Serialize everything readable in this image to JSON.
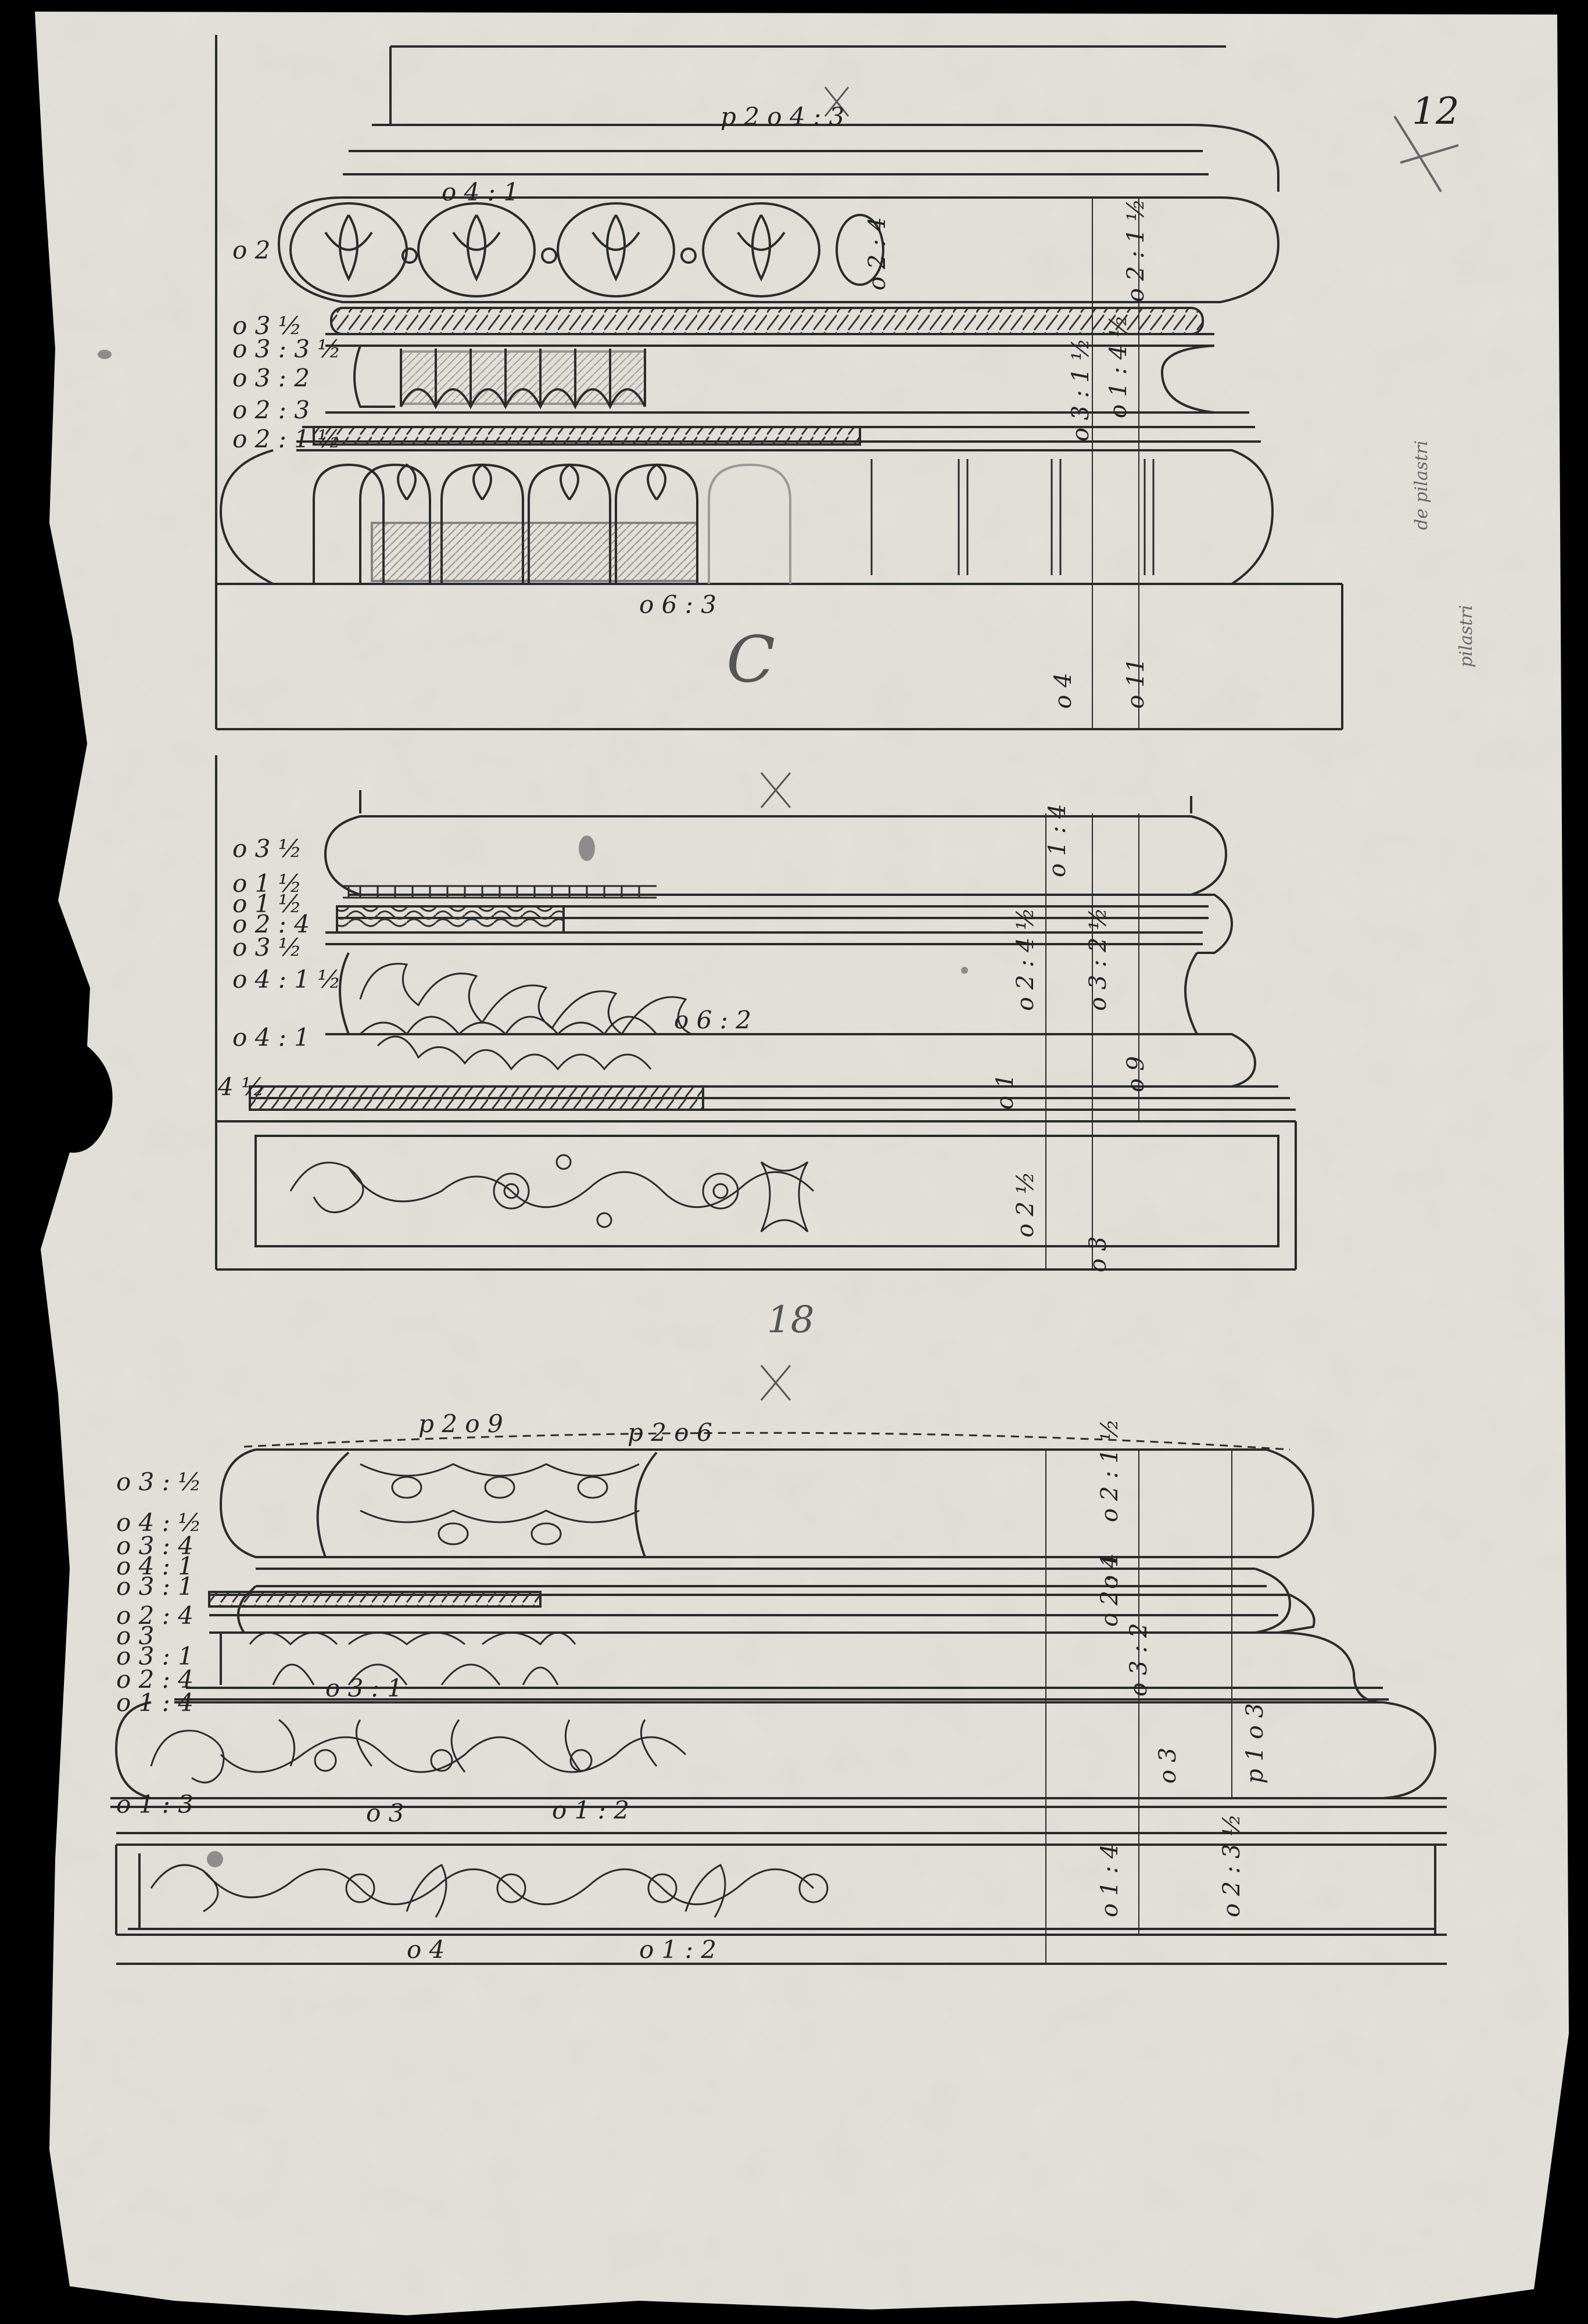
{
  "sheet": {
    "folio_number": "12",
    "margin_notes": [
      "de pilastri",
      "pilastri"
    ]
  },
  "top_base": {
    "width_label": "p 2 o 4 : 3",
    "dims_left": [
      "o 2",
      "o 3 ½",
      "o 3 : 3 ½",
      "o 3 : 2",
      "o 2 : 3",
      "o 2 : 1 ½"
    ],
    "dims_right": [
      "o 2 : 1 ½",
      "o 1 : 4 ½",
      "o 3 : 1 ½",
      "o 4",
      "o 11"
    ],
    "dims_inner": [
      "o 4 : 1",
      "o 2 : 4",
      "o 6 : 3"
    ],
    "letter": "C"
  },
  "middle_base": {
    "dims_left": [
      "o 3 ½",
      "o 1 ½",
      "o 1 ½",
      "o 2 : 4",
      "o 3 ½",
      "o 4 : 1 ½",
      "o 4 : 1",
      "4 ½"
    ],
    "dims_right": [
      "o 1 : 4",
      "o 2 : 4 ½",
      "o 3 : 2 ½",
      "o 9",
      "o 1",
      "o 2 ½",
      "o 3"
    ],
    "dims_inner": [
      "o 6 : 2"
    ]
  },
  "bottom_base": {
    "number": "18",
    "width_label": "p 2 o 9",
    "width_label_2": "p 2 o 6",
    "dims_left": [
      "o 3 : ½",
      "o 4 : ½",
      "o 3 : 4",
      "o 4 : 1",
      "o 3 : 1",
      "o 2 : 4",
      "o 3",
      "o 3 : 1",
      "o 2 : 4",
      "o 1 : 4",
      "o 1 : 3"
    ],
    "dims_right": [
      "o 2 : 1 ½",
      "o 1",
      "o 2 : 4",
      "o 3 : 2",
      "o 3",
      "p 1 o 3",
      "o 1 : 4",
      "o 2 : 3 ½"
    ],
    "dims_inner": [
      "o 3 : 1",
      "o 3",
      "o 1 : 2",
      "o 4",
      "o 1 : 2"
    ]
  },
  "colors": {
    "paper": "#e6e3dc",
    "ink": "#2a2a2a",
    "background": "#000000"
  }
}
